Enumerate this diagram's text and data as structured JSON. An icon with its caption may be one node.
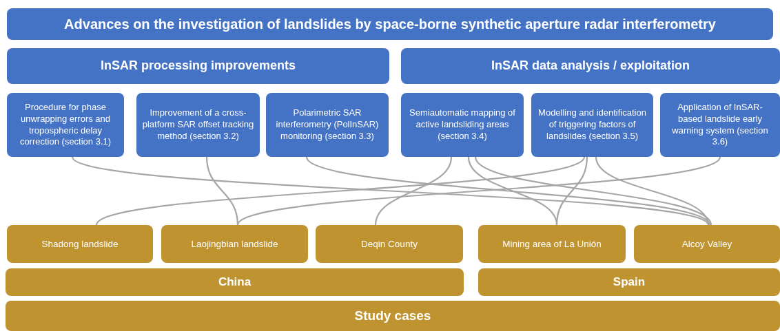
{
  "diagram": {
    "title": "Advances on the investigation of landslides by space-borne synthetic aperture radar interferometry",
    "nodes": [
      {
        "text": [
          "InSAR processing improvements"
        ]
      },
      {
        "text": [
          "InSAR data analysis / exploitation"
        ]
      },
      {
        "text": [
          "Procedure for phase unwrapping errors and tropospheric delay correction (section 3.1)"
        ]
      },
      {
        "text": [
          "Improvement of a cross-platform SAR offset tracking method (section 3.2)"
        ]
      },
      {
        "text": [
          "Polarimetric SAR interferometry (PolInSAR) monitoring (section 3.3)"
        ]
      },
      {
        "text": [
          "Semiautomatic mapping of active landsliding areas (section 3.4)"
        ]
      },
      {
        "text": [
          "Modelling and identification of triggering factors of landslides (section 3.5)"
        ]
      },
      {
        "text": [
          "Application of InSAR-based landslide early warning system (section 3.6)"
        ]
      },
      {
        "text": [
          "Shadong landslide"
        ]
      },
      {
        "text": [
          "Laojingbian landslide"
        ]
      },
      {
        "text": [
          "Deqin County"
        ]
      },
      {
        "text": [
          "Mining area of La Unión"
        ]
      },
      {
        "text": [
          "Alcoy Valley"
        ]
      },
      {
        "text": [
          "China"
        ]
      },
      {
        "text": [
          "Spain"
        ]
      },
      {
        "text": [
          "Study cases"
        ]
      }
    ],
    "edges": [
      {
        "from": 2,
        "to": 12,
        "arrow": "none"
      },
      {
        "from": 3,
        "to": 9,
        "arrow": "none"
      },
      {
        "from": 4,
        "to": 12,
        "arrow": "none"
      },
      {
        "from": 5,
        "to": 10,
        "arrow": "none"
      },
      {
        "from": 5,
        "to": 11,
        "arrow": "none"
      },
      {
        "from": 5,
        "to": 12,
        "arrow": "none"
      },
      {
        "from": 6,
        "to": 8,
        "arrow": "none"
      },
      {
        "from": 6,
        "to": 11,
        "arrow": "none"
      },
      {
        "from": 6,
        "to": 12,
        "arrow": "none"
      },
      {
        "from": 7,
        "to": 9,
        "arrow": "none"
      }
    ]
  }
}
